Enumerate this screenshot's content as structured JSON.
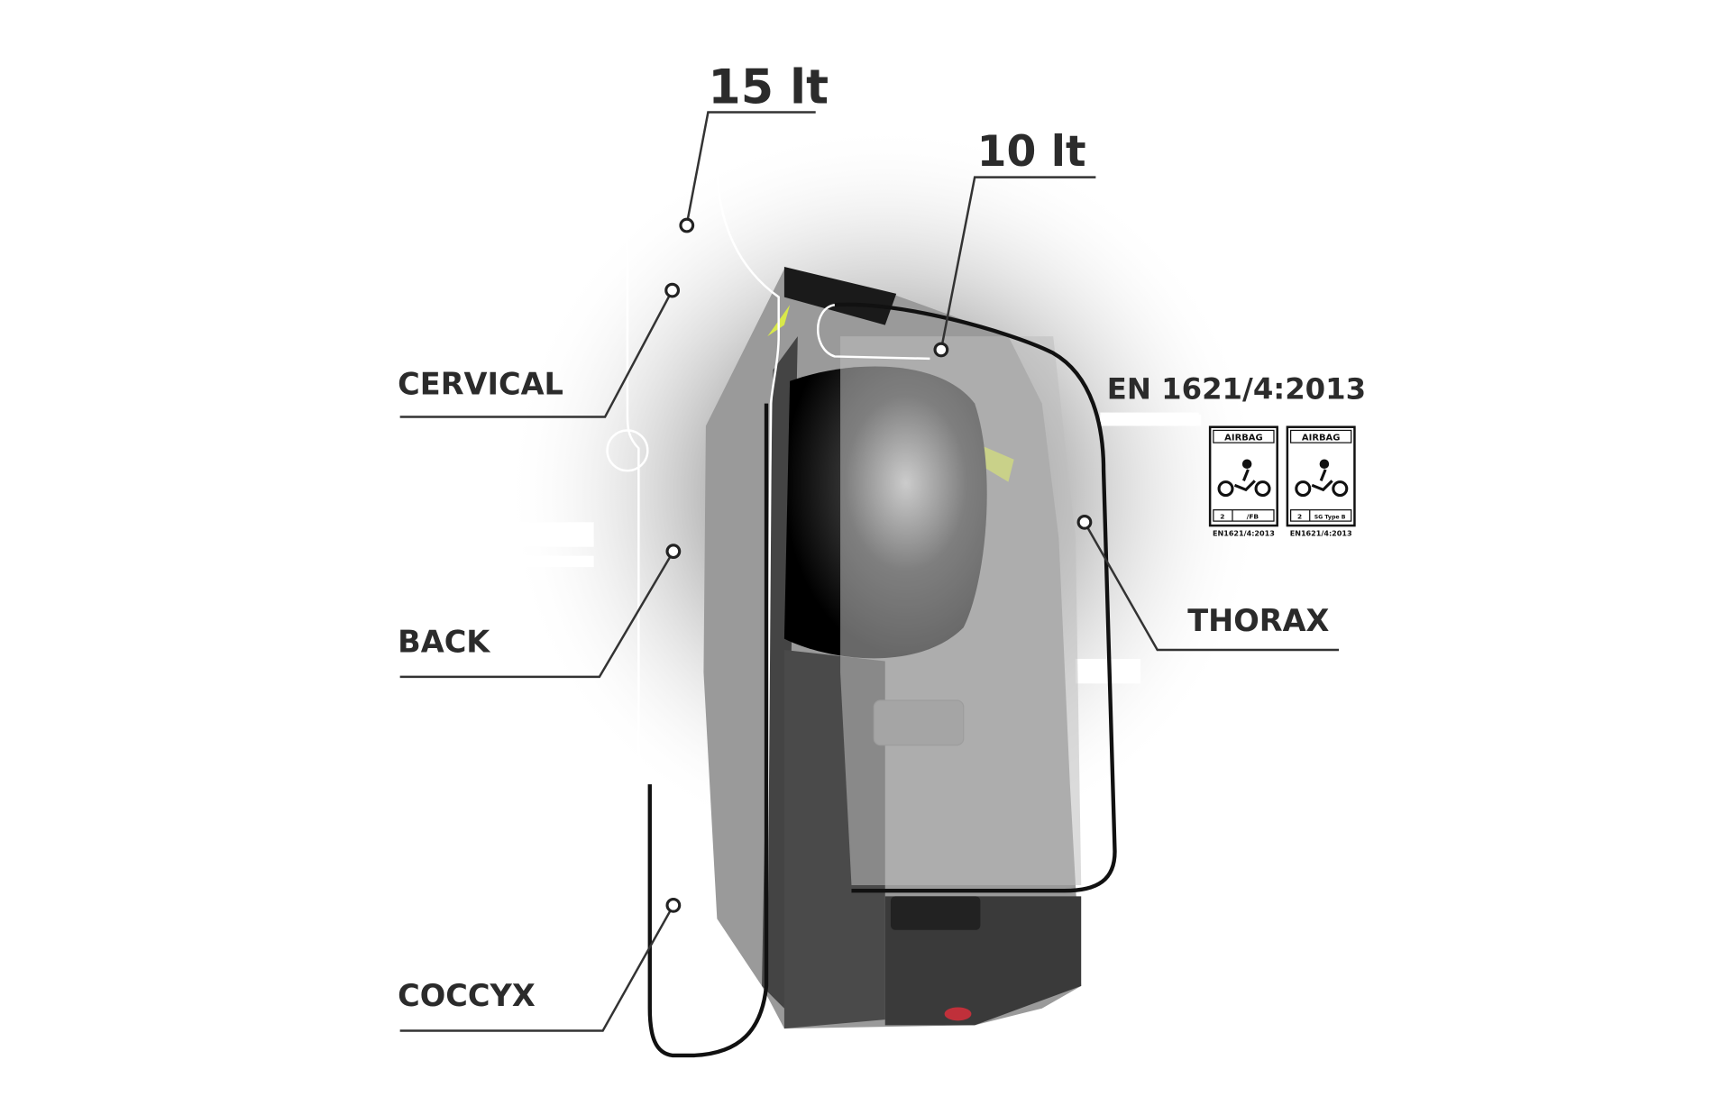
{
  "volumes": {
    "back_airbag": "15 lt",
    "front_airbag": "10 lt"
  },
  "zones": {
    "cervical": "CERVICAL",
    "back": "BACK",
    "coccyx": "COCCYX",
    "thorax": "THORAX"
  },
  "certification": {
    "standard": "EN 1621/4:2013",
    "badges": [
      {
        "title": "AIRBAG",
        "cell1": "2",
        "cell2": "/FB",
        "footer": "EN1621/4:2013"
      },
      {
        "title": "AIRBAG",
        "cell1": "2",
        "cell2": "SG Type B",
        "footer": "EN1621/4:2013"
      }
    ]
  },
  "colors": {
    "vest_mesh": "#9a9a9a",
    "vest_dark": "#3a3a3a",
    "hi_vis": "#d8e84a",
    "outline": "#111111",
    "label": "#2b2b2b"
  }
}
